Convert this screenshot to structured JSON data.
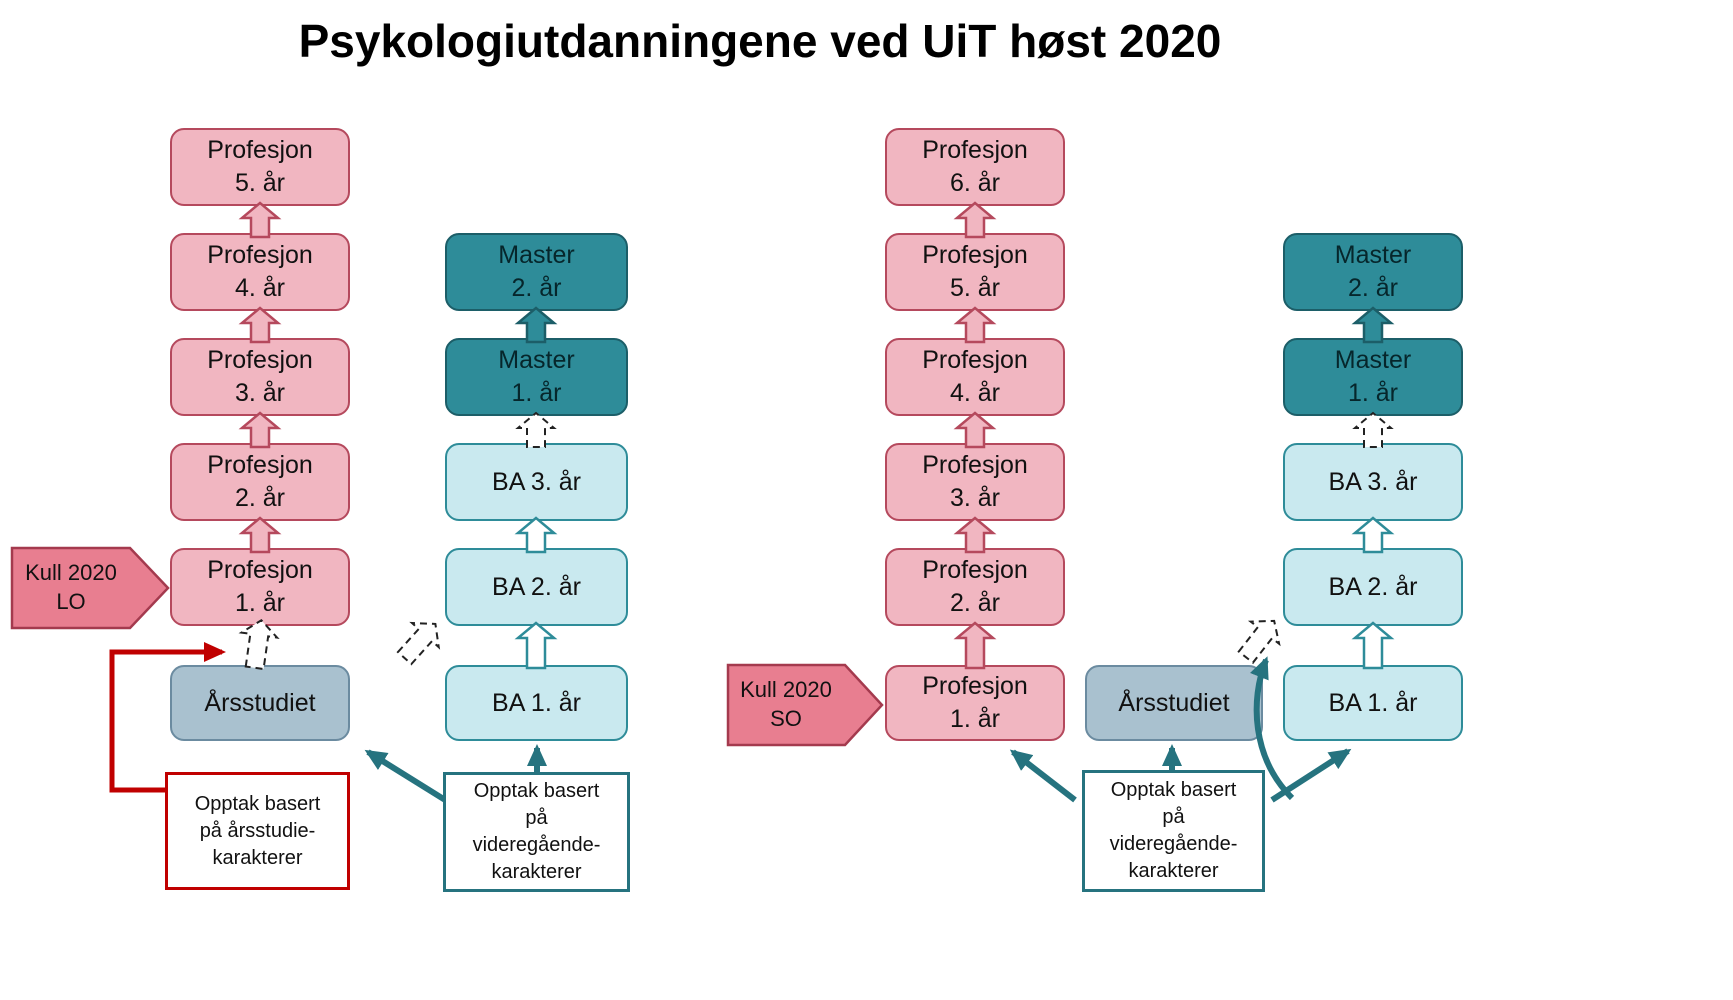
{
  "title": "Psykologiutdanningene ved UiT høst 2020",
  "left_group": {
    "kull_badge": "Kull 2020\nLO",
    "profesjon_nodes": [
      "Profesjon\n5. år",
      "Profesjon\n4. år",
      "Profesjon\n3. år",
      "Profesjon\n2. år",
      "Profesjon\n1. år"
    ],
    "aarsstudiet_node": "Årsstudiet",
    "bachelor_master_nodes": [
      "Master\n2. år",
      "Master\n1. år",
      "BA 3. år",
      "BA 2. år",
      "BA 1. år"
    ],
    "note_aarsstudie": "Opptak basert\npå årsstudie-\nkarakterer",
    "note_videregaende": "Opptak basert\npå\nvideregående-\nkarakterer"
  },
  "right_group": {
    "kull_badge": "Kull 2020\nSO",
    "profesjon_nodes": [
      "Profesjon\n6. år",
      "Profesjon\n5. år",
      "Profesjon\n4. år",
      "Profesjon\n3. år",
      "Profesjon\n2. år",
      "Profesjon\n1. år"
    ],
    "aarsstudiet_node": "Årsstudiet",
    "bachelor_master_nodes": [
      "Master\n2. år",
      "Master\n1. år",
      "BA 3. år",
      "BA 2. år",
      "BA 1. år"
    ],
    "note_videregaende": "Opptak basert\npå\nvideregående-\nkarakterer"
  },
  "colors": {
    "profesjon_fill": "#f1b6c1",
    "profesjon_border": "#b5495d",
    "master_fill": "#2e8c99",
    "master_border": "#1c5e68",
    "bachelor_fill": "#c9e9ef",
    "bachelor_border": "#2e8c99",
    "aarsstudiet_fill": "#a9c1cf",
    "aarsstudiet_border": "#6b8ba0",
    "kull_badge_fill": "#e87e90",
    "note_red_border": "#c00000",
    "note_teal_border": "#26737f"
  }
}
